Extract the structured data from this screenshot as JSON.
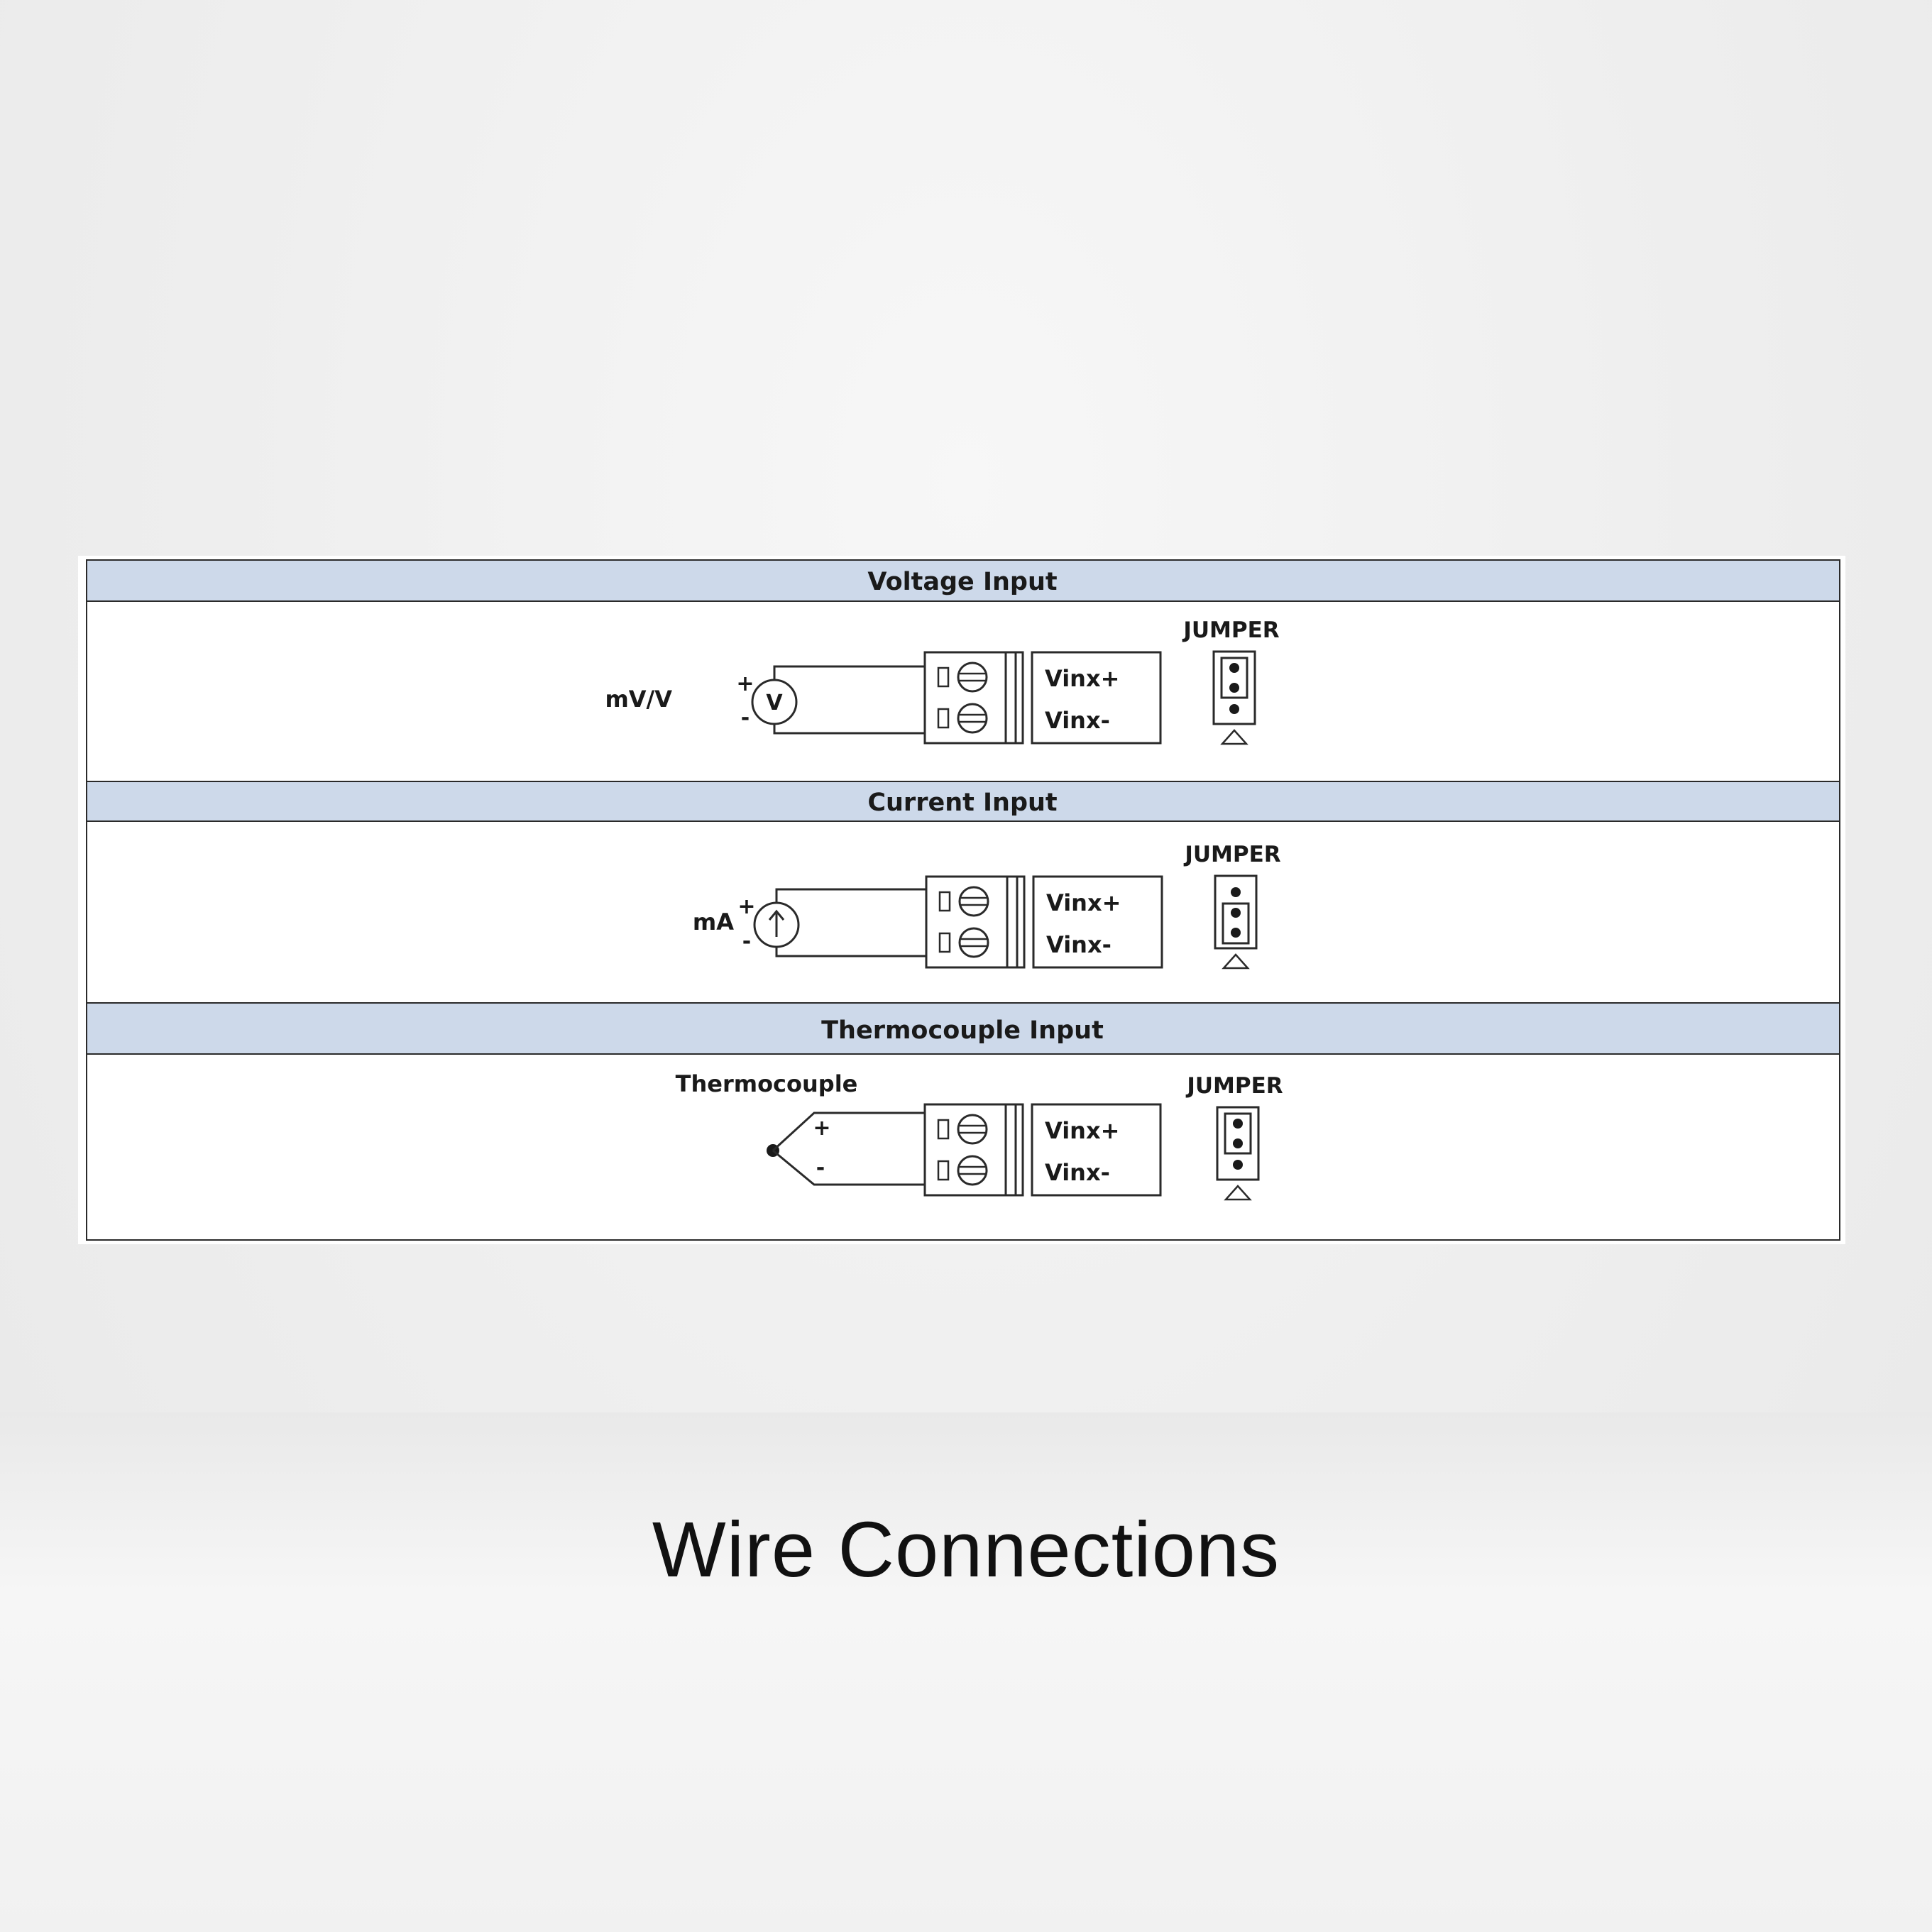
{
  "caption": "Wire Connections",
  "sections": [
    {
      "title": "Voltage Input",
      "source_label": "mV/V",
      "meter_symbol": "V",
      "plus": "+",
      "minus": "-",
      "terminals": [
        "Vinx+",
        "Vinx-"
      ],
      "jumper_label": "JUMPER"
    },
    {
      "title": "Current Input",
      "source_label": "mA",
      "meter_symbol": "arrow-up-icon",
      "plus": "+",
      "minus": "-",
      "terminals": [
        "Vinx+",
        "Vinx-"
      ],
      "jumper_label": "JUMPER"
    },
    {
      "title": "Thermocouple Input",
      "source_label": "Thermocouple",
      "plus": "+",
      "minus": "-",
      "terminals": [
        "Vinx+",
        "Vinx-"
      ],
      "jumper_label": "JUMPER"
    }
  ],
  "colors": {
    "header_fill": "#cdd9ea",
    "line": "#2a2a2a",
    "background": "#eeeeee"
  }
}
